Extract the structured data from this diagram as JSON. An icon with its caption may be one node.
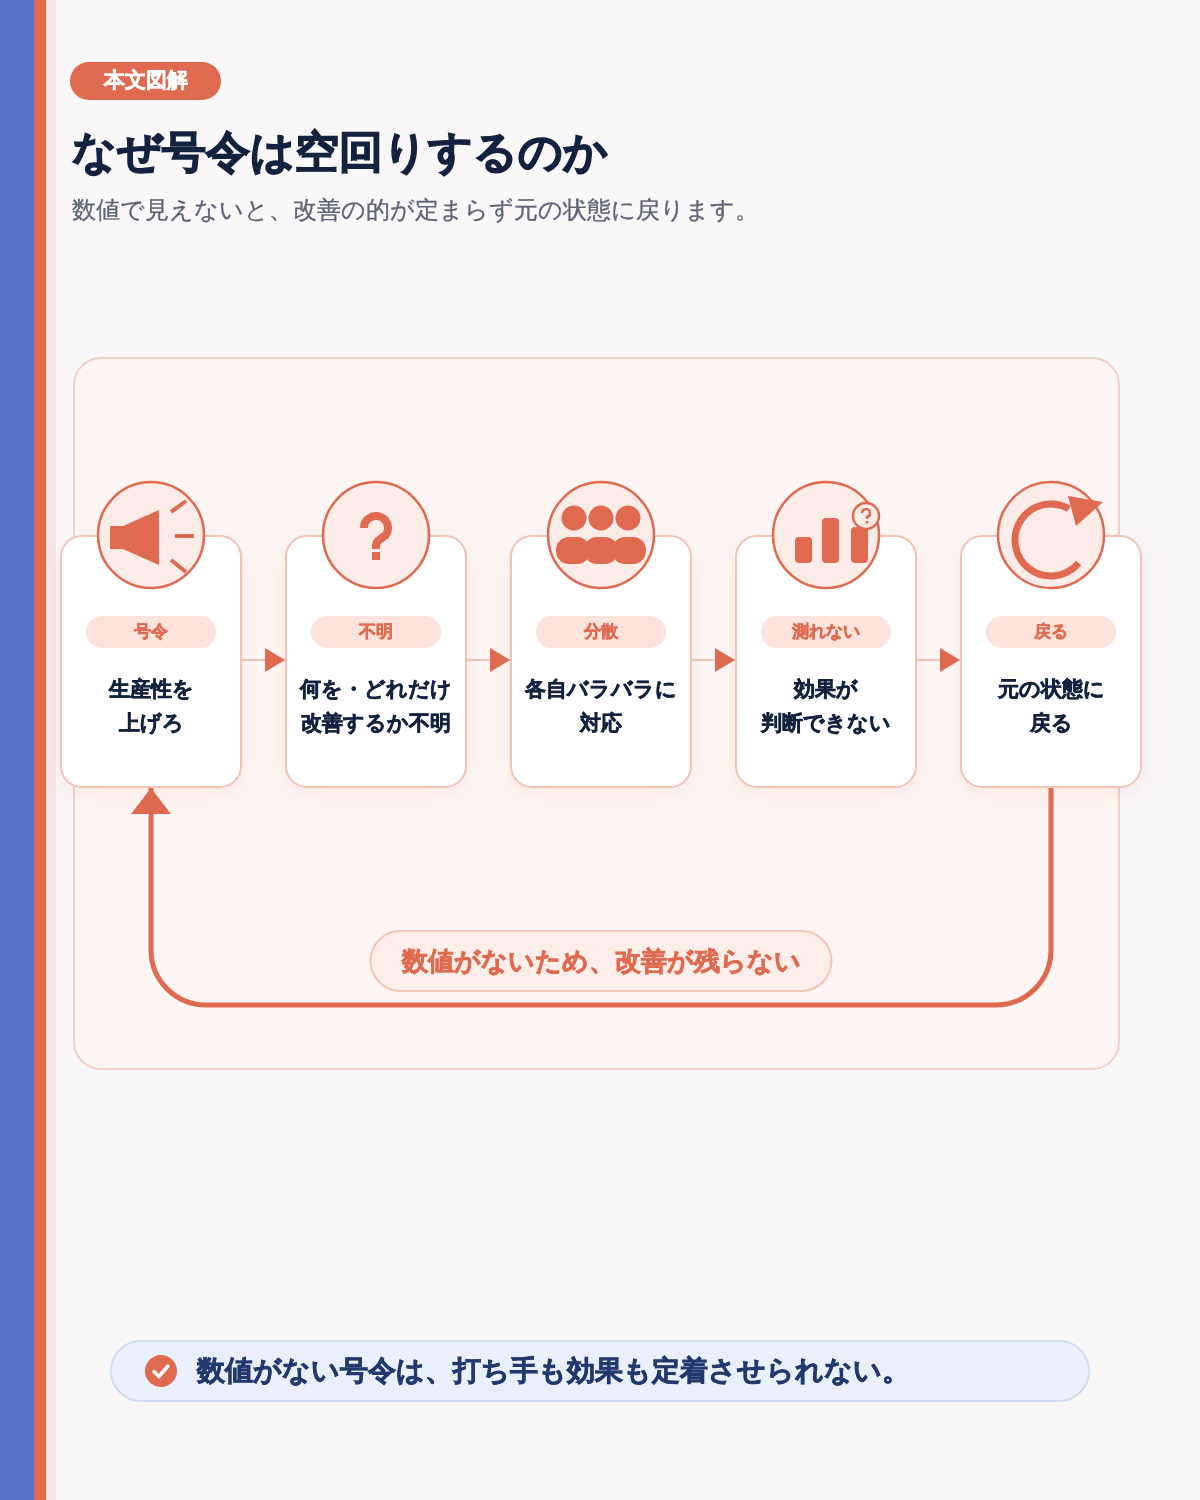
{
  "diagram": {
    "title": "なぜ号令は空回りするのか",
    "nodes": [
      {
        "text": [
          "号令",
          "生産性を上げろ"
        ]
      },
      {
        "text": [
          "不明",
          "何を・どれだけ改善するか不明"
        ]
      },
      {
        "text": [
          "分散",
          "各自バラバラに対応"
        ]
      },
      {
        "text": [
          "測れない",
          "効果が判断できない"
        ]
      },
      {
        "text": [
          "戻る",
          "元の状態に戻る"
        ]
      }
    ],
    "edges": [
      {
        "from": 0,
        "to": 1,
        "arrow": "to"
      },
      {
        "from": 1,
        "to": 2,
        "arrow": "to"
      },
      {
        "from": 2,
        "to": 3,
        "arrow": "to"
      },
      {
        "from": 3,
        "to": 4,
        "arrow": "to"
      },
      {
        "from": 4,
        "to": 0,
        "arrow": "to",
        "label": "数値がないため、改善が残らない",
        "style": "thick"
      }
    ],
    "labels": [
      "本文図解",
      "数値で見えないと、改善の的が定まらず元の状態に戻ります。",
      "数値がない号令は、打ち手も効果も定着させられない。"
    ]
  }
}
